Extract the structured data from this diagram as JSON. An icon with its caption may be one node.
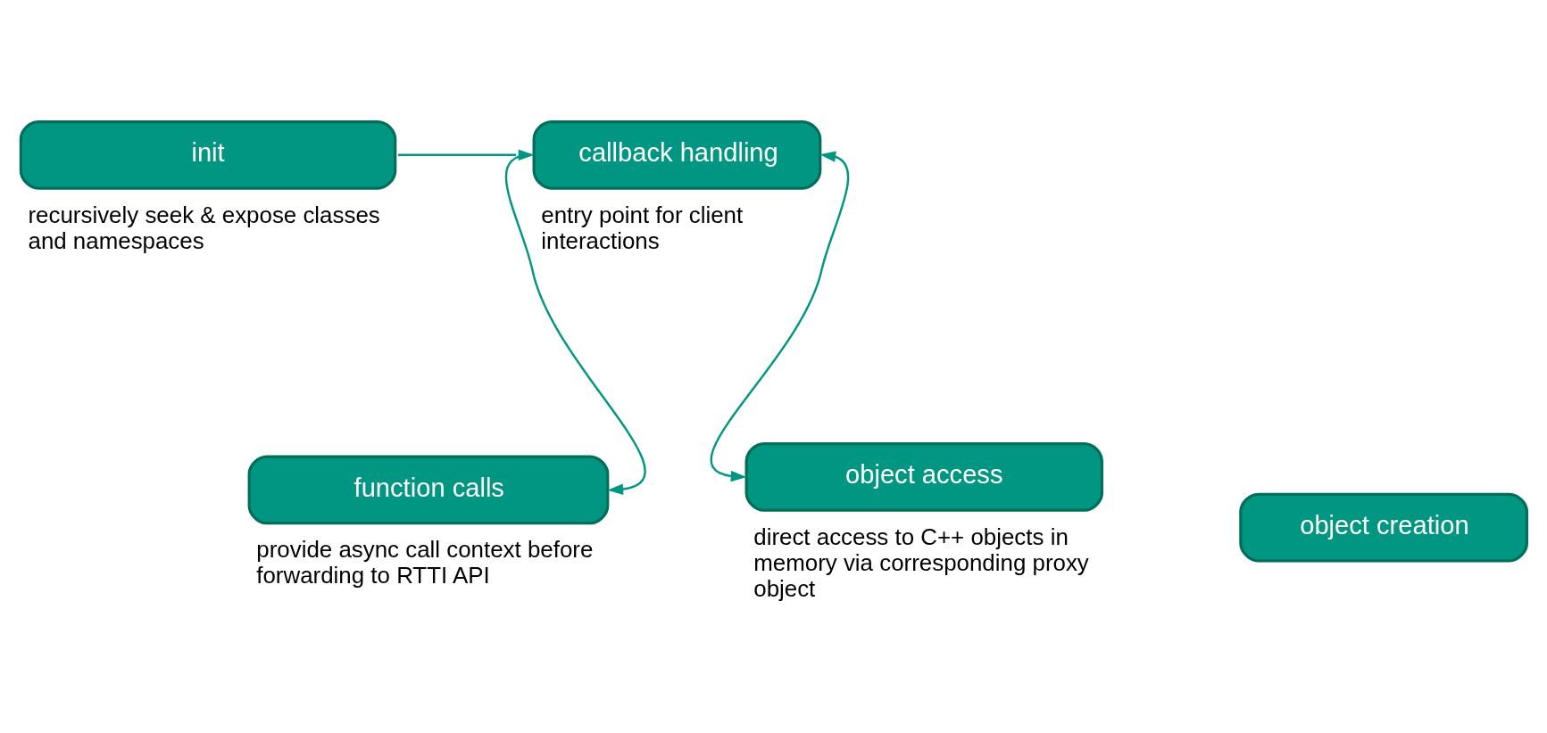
{
  "diagram": {
    "nodes": [
      {
        "text": [
          "init"
        ],
        "beside": [
          "recursively seek & expose classes and namespaces"
        ]
      },
      {
        "text": [
          "callback handling"
        ],
        "beside": [
          "entry point for client interactions"
        ]
      },
      {
        "text": [
          "function calls"
        ],
        "beside": [
          "provide async call context before forwarding to RTTI API"
        ]
      },
      {
        "text": [
          "object access"
        ],
        "beside": [
          "direct access to C++ objects in memory via corresponding proxy object"
        ]
      },
      {
        "text": [
          "object creation"
        ]
      }
    ],
    "edges": [
      {
        "from": 0,
        "to": 1,
        "arrow": "to"
      },
      {
        "from": 1,
        "to": 2,
        "arrow": "to"
      },
      {
        "from": 1,
        "to": 3,
        "arrow": "both"
      }
    ]
  }
}
